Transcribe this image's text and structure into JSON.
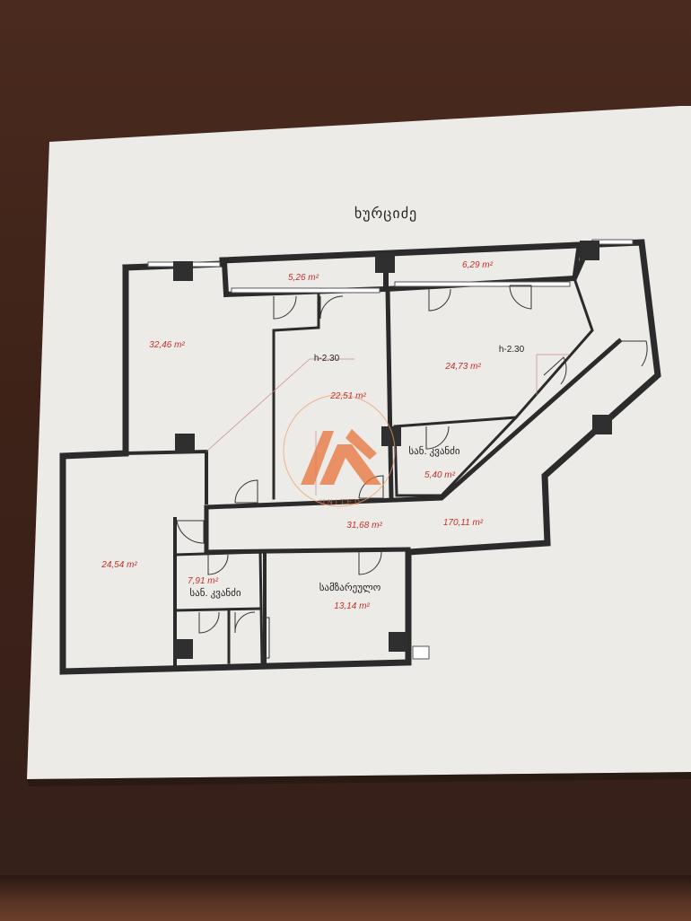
{
  "plan": {
    "title": "ხურციძე",
    "rooms": [
      {
        "id": "room-5-26",
        "area": "5,26 m²"
      },
      {
        "id": "room-6-29",
        "area": "6,29 m²"
      },
      {
        "id": "room-32-46",
        "area": "32,46 m²"
      },
      {
        "id": "room-22-51",
        "area": "22,51 m²"
      },
      {
        "id": "room-24-73",
        "area": "24,73 m²"
      },
      {
        "id": "room-5-40",
        "area": "5,40 m²",
        "label": "სან. კვანძი"
      },
      {
        "id": "room-24-54",
        "area": "24,54 m²"
      },
      {
        "id": "room-7-91",
        "area": "7,91 m²",
        "label": "სან. კვანძი"
      },
      {
        "id": "room-31-68",
        "area": "31,68 m²"
      },
      {
        "id": "room-13-14",
        "area": "13,14 m²",
        "label": "სამზარეულო"
      }
    ],
    "total_area": "170,11 m²",
    "ceiling_heights": [
      "h-2.30",
      "h-2.30"
    ],
    "watermark_text": "UNITED"
  },
  "colors": {
    "paper": "#ececea",
    "wall": "#2b2b2b",
    "area_text": "#c0302a",
    "watermark": "#e8743a"
  }
}
